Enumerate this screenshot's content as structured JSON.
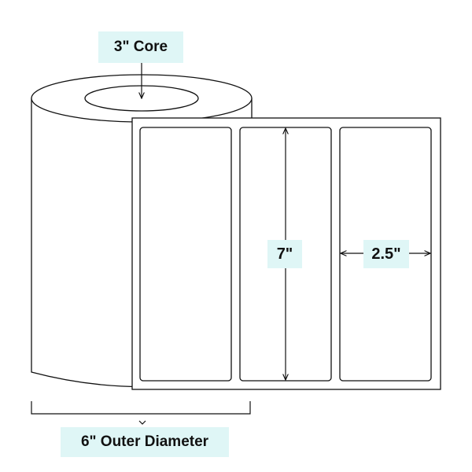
{
  "labels": {
    "core": "3\" Core",
    "label_height": "7\"",
    "label_width": "2.5\"",
    "outer_diameter": "6\" Outer Diameter"
  },
  "colors": {
    "label_background": "#dff6f6",
    "stroke": "#111111",
    "background": "#ffffff"
  }
}
